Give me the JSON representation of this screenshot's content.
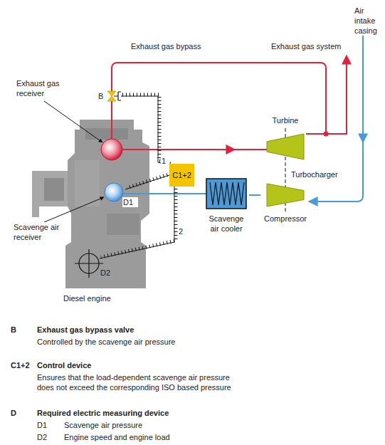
{
  "diagram": {
    "nodes": [
      {
        "text": [
          "C1+2"
        ]
      },
      {
        "text": [
          "Scavenge air cooler"
        ]
      },
      {
        "text": [
          "Turbine"
        ]
      },
      {
        "text": [
          "Compressor"
        ]
      }
    ],
    "edges": [
      {
        "from": 3,
        "to": 1,
        "arrow": "none"
      }
    ],
    "labels": [
      "Air intake casing",
      "Exhaust gas bypass",
      "Exhaust gas system",
      "Exhaust gas receiver",
      "B",
      "1",
      "Turbocharger",
      "D1",
      "Scavenge air receiver",
      "2",
      "D2",
      "Diesel engine",
      "B",
      "Exhaust gas bypass valve",
      "Controlled by the scavenge air pressure",
      "C1+2",
      "Control device",
      "Ensures that the load-dependent scavenge air pressure does not exceed the corresponding ISO based pressure",
      "D",
      "Required electric measuring device",
      "D1",
      "Scavenge air pressure",
      "D2",
      "Engine speed and engine load"
    ]
  }
}
